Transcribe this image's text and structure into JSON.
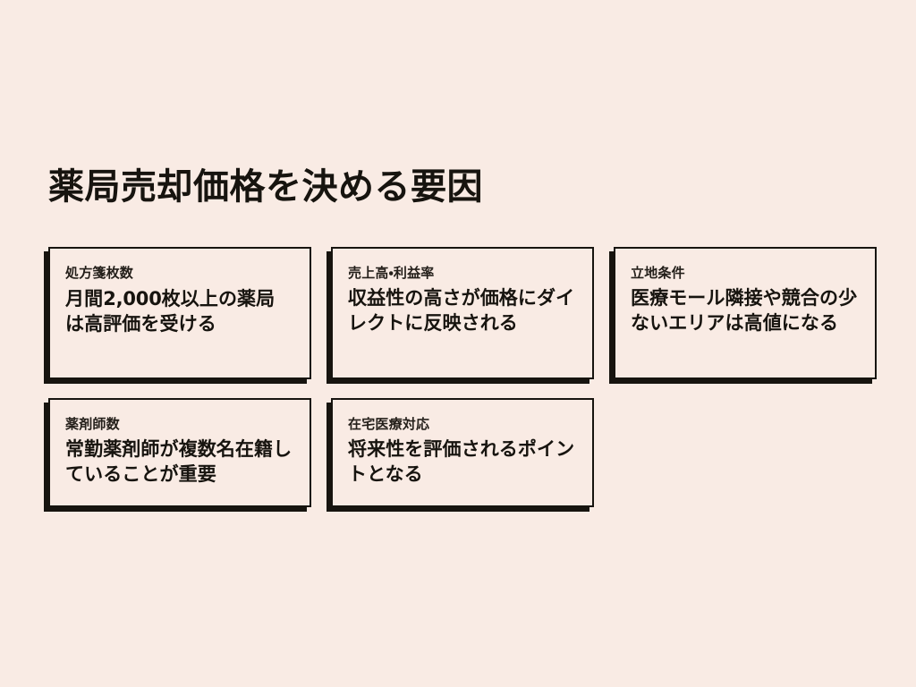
{
  "slide": {
    "background_color": "#f9ebe4",
    "ink_color": "#17140f",
    "title": "薬局売却価格を決める要因"
  },
  "cards": [
    {
      "id": "prescription-count",
      "label": "処方箋枚数",
      "body_pre": "月間",
      "body_num": "2,000",
      "body_post": "枚以上の薬局は高評価を受ける",
      "body": "月間2,000枚以上の薬局は高評価を受ける"
    },
    {
      "id": "sales-profit-rate",
      "label": "売上高・利益率",
      "body": "収益性の高さが価格にダイレクトに反映される"
    },
    {
      "id": "location-conditions",
      "label": "立地条件",
      "body": "医療モール隣接や競合の少ないエリアは高値になる"
    },
    {
      "id": "pharmacist-count",
      "label": "薬剤師数",
      "body": "常勤薬剤師が複数名在籍していることが重要"
    },
    {
      "id": "home-medical-care",
      "label": "在宅医療対応",
      "body": "将来性を評価されるポイントとなる"
    }
  ]
}
